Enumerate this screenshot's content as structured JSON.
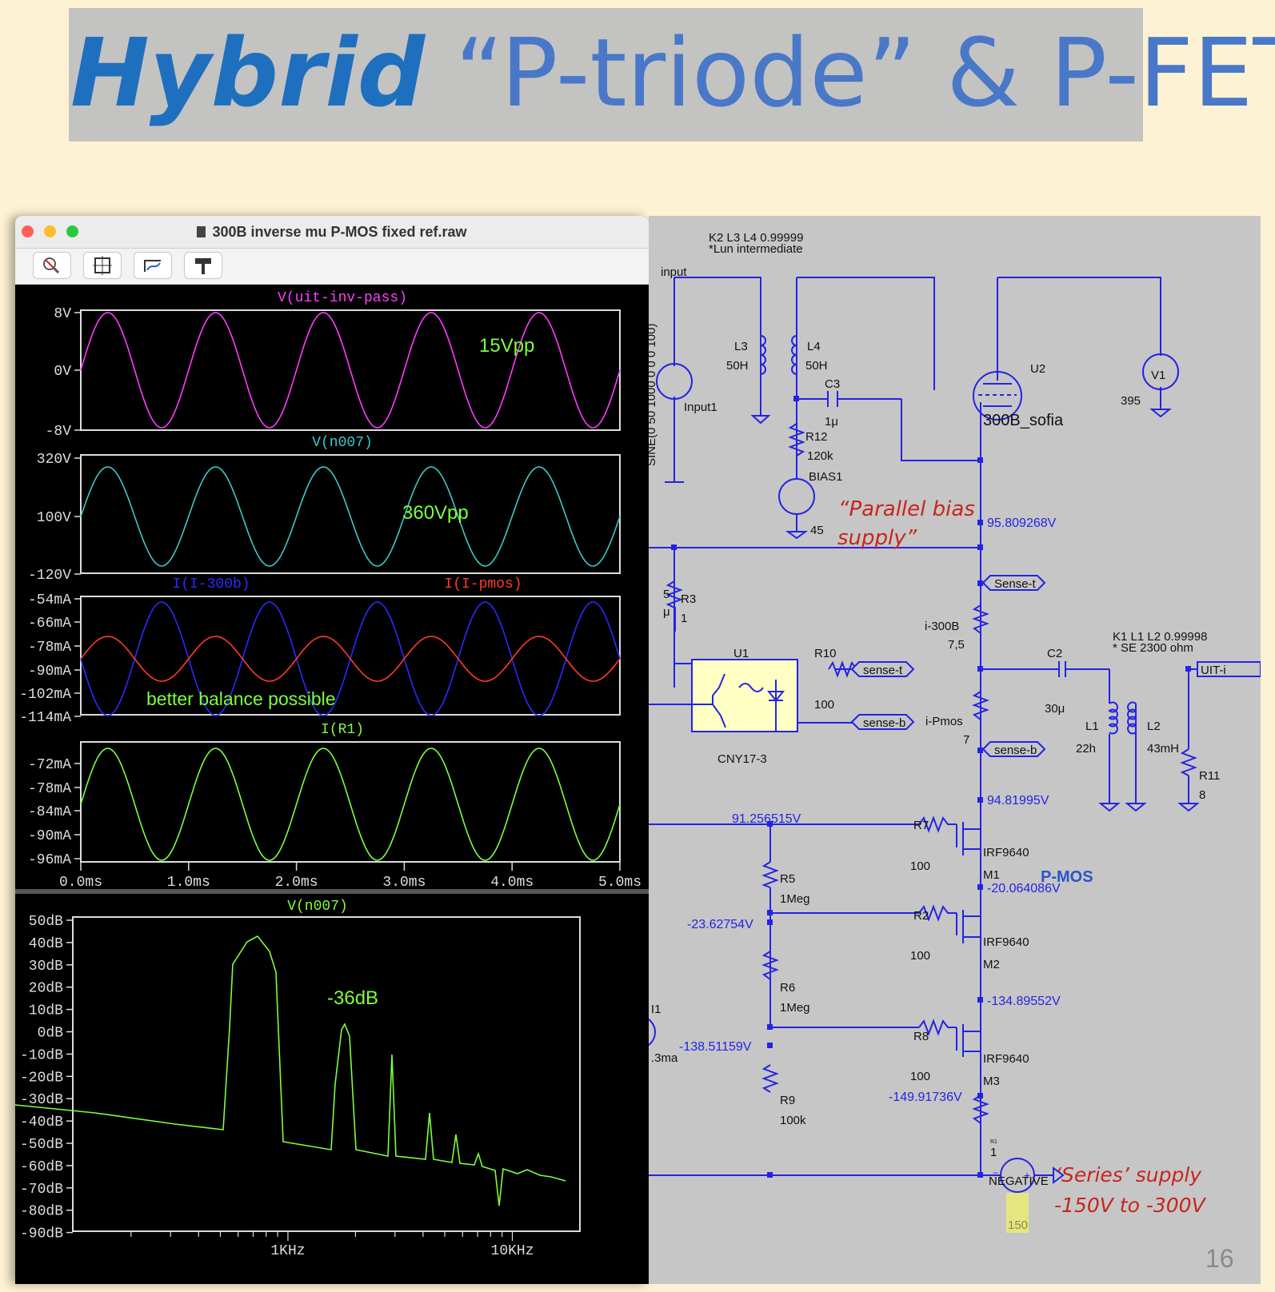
{
  "slide": {
    "title_hybrid": "Hybrid",
    "title_rest": "“P-triode” & P-FET",
    "page_number": "16"
  },
  "window": {
    "title": "300B inverse  mu P-MOS fixed ref.raw",
    "toolbar_icons": [
      "zoom-icon",
      "autorange-icon",
      "pan-icon",
      "hammer-icon"
    ]
  },
  "plots": {
    "p1": {
      "trace": "V(uit-inv-pass)",
      "color": "#ff3cff",
      "ticks": [
        "8V",
        "0V",
        "-8V"
      ],
      "note": "15Vpp"
    },
    "p2": {
      "trace": "V(n007)",
      "color": "#3cc8c8",
      "ticks": [
        "320V",
        "100V",
        "-120V"
      ],
      "note": "360Vpp"
    },
    "p3": {
      "trace1": "I(I-300b)",
      "color1": "#2a2aff",
      "trace2": "I(I-pmos)",
      "color2": "#ff3a2a",
      "ticks": [
        "-54mA",
        "-66mA",
        "-78mA",
        "-90mA",
        "-102mA",
        "-114mA"
      ],
      "note": "better balance possible"
    },
    "p4": {
      "trace": "I(R1)",
      "color": "#7cff3c",
      "ticks": [
        "-72mA",
        "-78mA",
        "-84mA",
        "-90mA",
        "-96mA"
      ]
    },
    "time_axis": [
      "0.0ms",
      "1.0ms",
      "2.0ms",
      "3.0ms",
      "4.0ms",
      "5.0ms"
    ],
    "p5": {
      "trace": "V(n007)",
      "ticks": [
        "50dB",
        "40dB",
        "30dB",
        "20dB",
        "10dB",
        "0dB",
        "-10dB",
        "-20dB",
        "-30dB",
        "-40dB",
        "-50dB",
        "-60dB",
        "-70dB",
        "-80dB",
        "-90dB"
      ],
      "note": "-36dB",
      "freq_labels": [
        "1KHz",
        "10KHz"
      ]
    }
  },
  "schematic": {
    "labels": {
      "k2": "K2 L3 L4 0.99999",
      "lun": "*Lun intermediate",
      "input": "input",
      "sine": "SINE(0 50 1000 0 0 0 100)",
      "input1": "Input1",
      "l3": "L3",
      "l3v": "50H",
      "l4": "L4",
      "l4v": "50H",
      "c3": "C3",
      "c3v": "1μ",
      "r12": "R12",
      "r12v": "120k",
      "bias1": "BIAS1",
      "bias1v": "45",
      "u2": "U2",
      "u2v": "300B_sofia",
      "v1": "V1",
      "v1v": "395",
      "parallel1": "“Parallel bias",
      "parallel2": "supply”",
      "v95": "95.809268V",
      "sense_t": "Sense-t",
      "r3": "R3",
      "r3v": "1",
      "c5": "5",
      "c5v": "μ",
      "i300b": "i-300B",
      "i300bv": "7,5",
      "k1": "K1 L1 L2 0.99998",
      "se": "* SE 2300 ohm",
      "u1": "U1",
      "cny": "CNY17-3",
      "r10": "R10",
      "r10v": "100",
      "sense_t2": "sense-t",
      "sense_b": "sense-b",
      "c2": "C2",
      "c2v": "30μ",
      "uit": "UIT-i",
      "ipmos": "i-Pmos",
      "ipmosv": "7",
      "l1": "L1",
      "l1v": "22h",
      "l2": "L2",
      "l2v": "43mH",
      "r11": "R11",
      "r11v": "8",
      "sense_b2": "sense-b",
      "v94": "94.81995V",
      "v91": "91.256515V",
      "r7": "R7",
      "r7v": "100",
      "irf1": "IRF9640",
      "m1": "M1",
      "r5": "R5",
      "r5v": "1Meg",
      "pmos": "P-MOS",
      "v20": "-20.064086V",
      "r2": "R2",
      "r2v": "100",
      "irf2": "IRF9640",
      "m2": "M2",
      "v23": "-23.62754V",
      "r6": "R6",
      "r6v": "1Meg",
      "i1": "I1",
      "i1v": ".3ma",
      "v134": "-134.89552V",
      "r8": "R8",
      "r8v": "100",
      "irf3": "IRF9640",
      "m3": "M3",
      "v138": "-138.51159V",
      "r9": "R9",
      "r9v": "100k",
      "v149": "-149.91736V",
      "r1": "R1",
      "r1v": "1",
      "negative": "NEGATIVE",
      "negv": "150",
      "series1": "‘Series’ supply",
      "series2": "-150V to -300V"
    }
  }
}
